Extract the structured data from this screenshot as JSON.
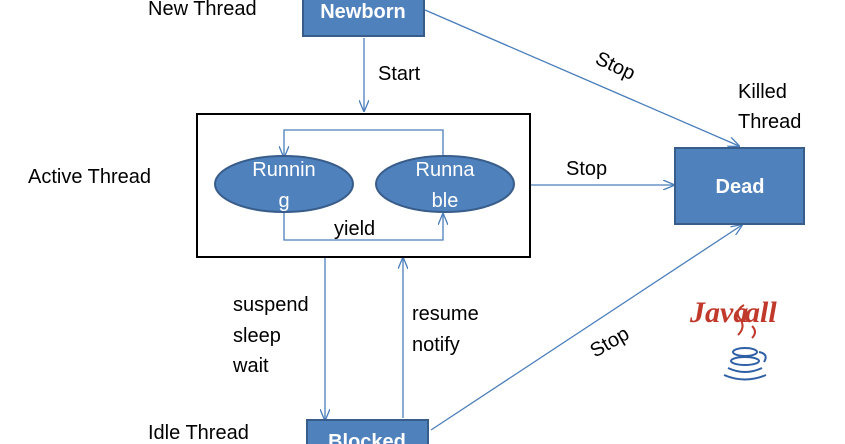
{
  "labels": {
    "new_thread": "New Thread",
    "killed_thread_1": "Killed",
    "killed_thread_2": "Thread",
    "active_thread": "Active Thread",
    "idle_thread": "Idle Thread",
    "start": "Start",
    "stop_top": "Stop",
    "stop_mid": "Stop",
    "stop_bottom": "Stop",
    "yield": "yield",
    "suspend": "suspend",
    "sleep": "sleep",
    "wait": "wait",
    "resume": "resume",
    "notify": "notify"
  },
  "states": {
    "newborn": "Newborn",
    "dead": "Dead",
    "blocked": "Blocked",
    "running_1": "Runnin",
    "running_2": "g",
    "runnable_1": "Runna",
    "runnable_2": "ble"
  },
  "logo": {
    "text_left": "Java",
    "text_right": "all"
  },
  "colors": {
    "box_fill": "#4f81bd",
    "box_border": "#385d8a",
    "arrow": "#4a7ebb"
  }
}
